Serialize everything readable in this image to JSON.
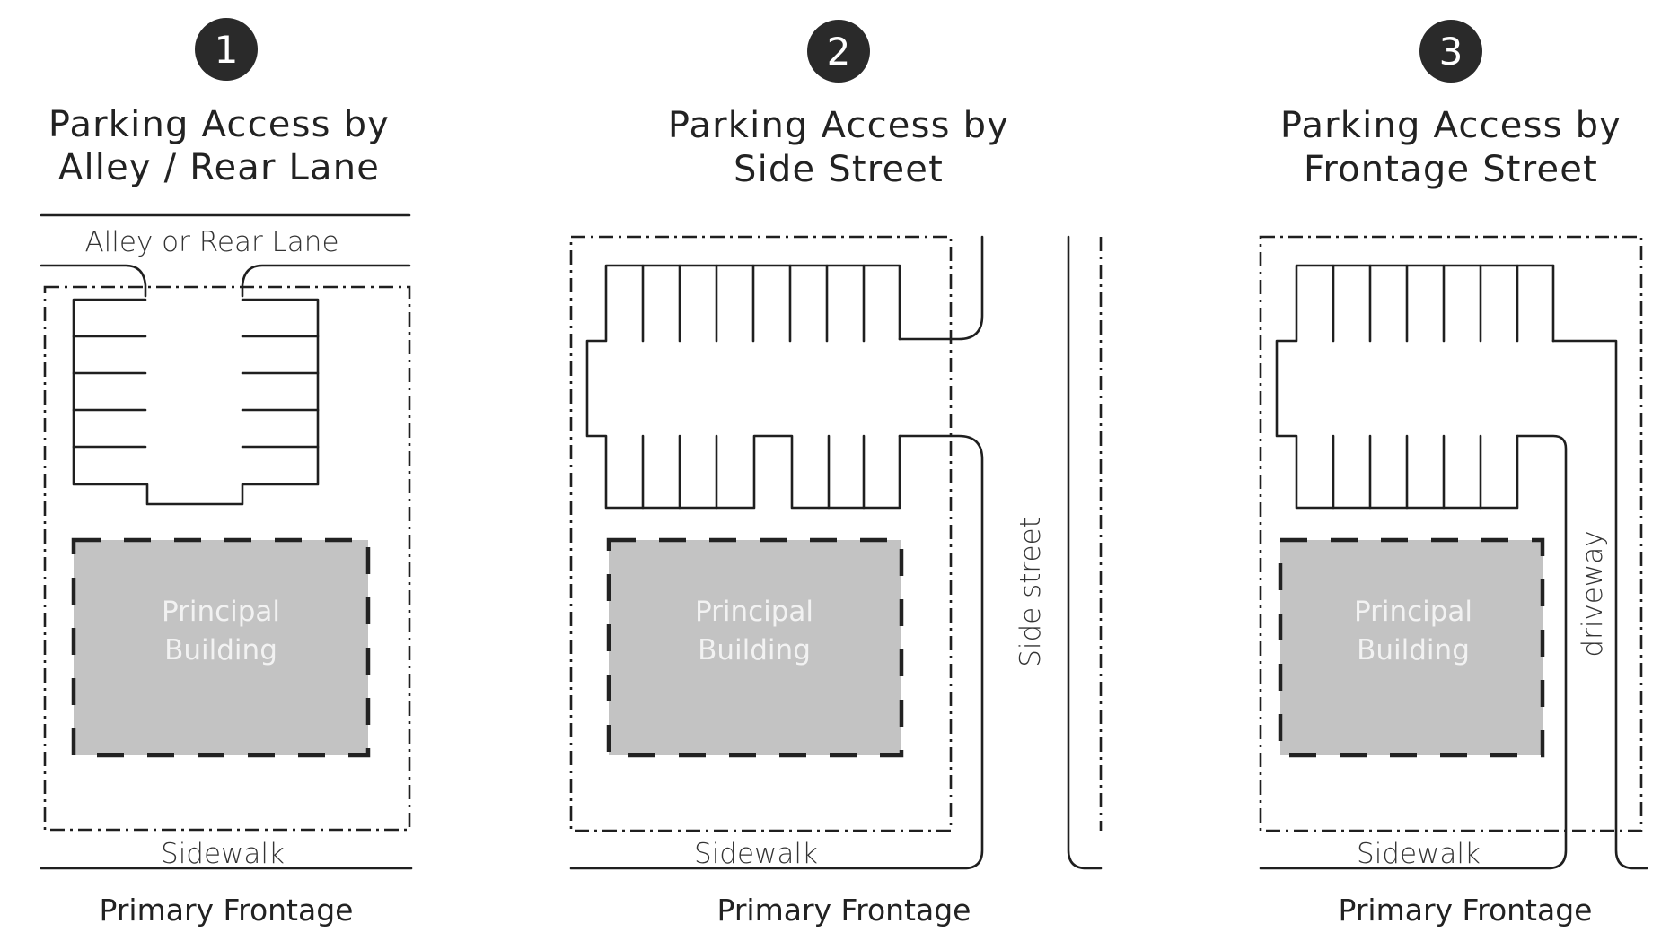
{
  "panels": [
    {
      "number": "1",
      "title_line1": "Parking Access by",
      "title_line2": "Alley / Rear Lane",
      "alley_label": "Alley or Rear Lane",
      "building_line1": "Principal",
      "building_line2": "Building",
      "sidewalk_label": "Sidewalk",
      "frontage_label": "Primary Frontage"
    },
    {
      "number": "2",
      "title_line1": "Parking Access by",
      "title_line2": "Side Street",
      "street_label": "Side  street",
      "building_line1": "Principal",
      "building_line2": "Building",
      "sidewalk_label": "Sidewalk",
      "frontage_label": "Primary Frontage"
    },
    {
      "number": "3",
      "title_line1": "Parking Access by",
      "title_line2": "Frontage Street",
      "driveway_label": "driveway",
      "building_line1": "Principal",
      "building_line2": "Building",
      "sidewalk_label": "Sidewalk",
      "frontage_label": "Primary Frontage"
    }
  ]
}
